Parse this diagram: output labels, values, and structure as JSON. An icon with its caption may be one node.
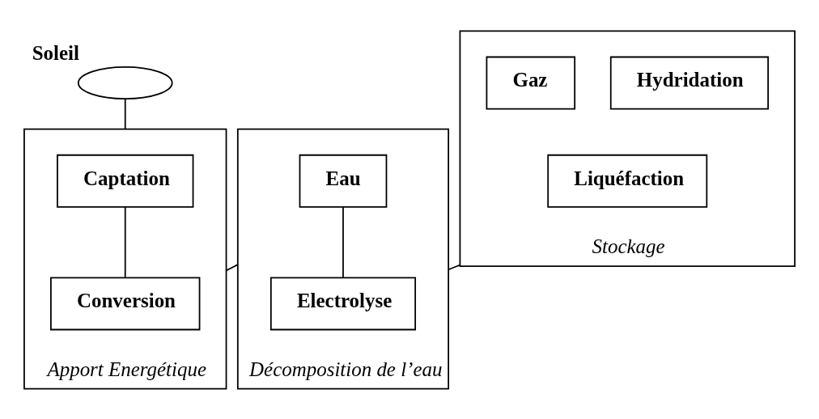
{
  "diagram": {
    "nodes": [
      {
        "text": [],
        "shape": "ellipse",
        "beside": [
          "Soleil"
        ]
      },
      {
        "text": [
          "Apport Energétique"
        ]
      },
      {
        "text": [
          "Captation"
        ],
        "in": 1
      },
      {
        "text": [
          "Conversion"
        ],
        "in": 1
      },
      {
        "text": [
          "Décomposition de l’eau"
        ]
      },
      {
        "text": [
          "Eau"
        ],
        "in": 4
      },
      {
        "text": [
          "Electrolyse"
        ],
        "in": 4
      },
      {
        "text": [
          "Stockage"
        ]
      },
      {
        "text": [
          "Liquéfaction"
        ],
        "in": 7
      },
      {
        "text": [
          "Hydridation"
        ],
        "in": 7
      },
      {
        "text": [
          "Gaz"
        ],
        "in": 7
      }
    ],
    "edges": [
      {
        "from": 0,
        "to": 1,
        "arrow": "none"
      },
      {
        "from": 2,
        "to": 3,
        "arrow": "none"
      },
      {
        "from": 1,
        "to": 4,
        "arrow": "none"
      },
      {
        "from": 5,
        "to": 6,
        "arrow": "none"
      },
      {
        "from": 4,
        "to": 7,
        "arrow": "none"
      }
    ]
  }
}
